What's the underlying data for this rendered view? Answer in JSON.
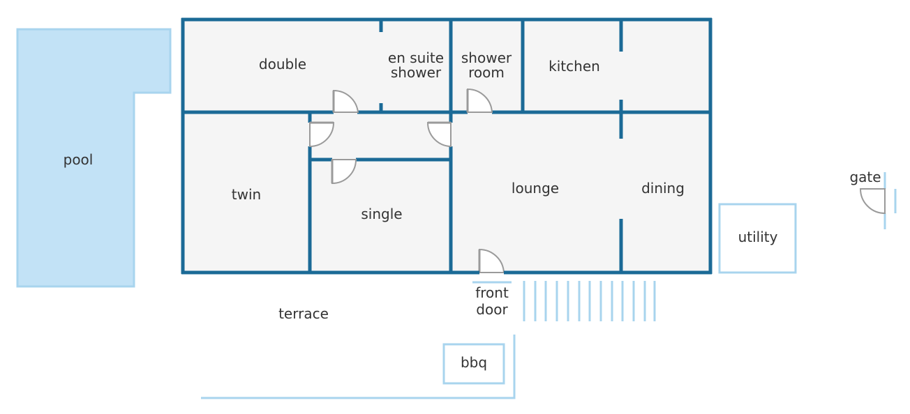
{
  "colors": {
    "wall": "#1b6a96",
    "floor": "#f5f5f5",
    "pool_fill": "#c2e2f6",
    "pool_border": "#a8d4ee",
    "outdoor_line": "#a8d4ee",
    "door": "#9a9a9a",
    "text": "#333333"
  },
  "rooms": {
    "double": "double",
    "en_suite_line1": "en suite",
    "en_suite_line2": "shower",
    "shower_room_line1": "shower",
    "shower_room_line2": "room",
    "kitchen": "kitchen",
    "twin": "twin",
    "single": "single",
    "lounge": "lounge",
    "dining": "dining"
  },
  "outdoor": {
    "pool": "pool",
    "utility": "utility",
    "gate": "gate",
    "front_door_line1": "front",
    "front_door_line2": "door",
    "terrace": "terrace",
    "bbq": "bbq"
  }
}
